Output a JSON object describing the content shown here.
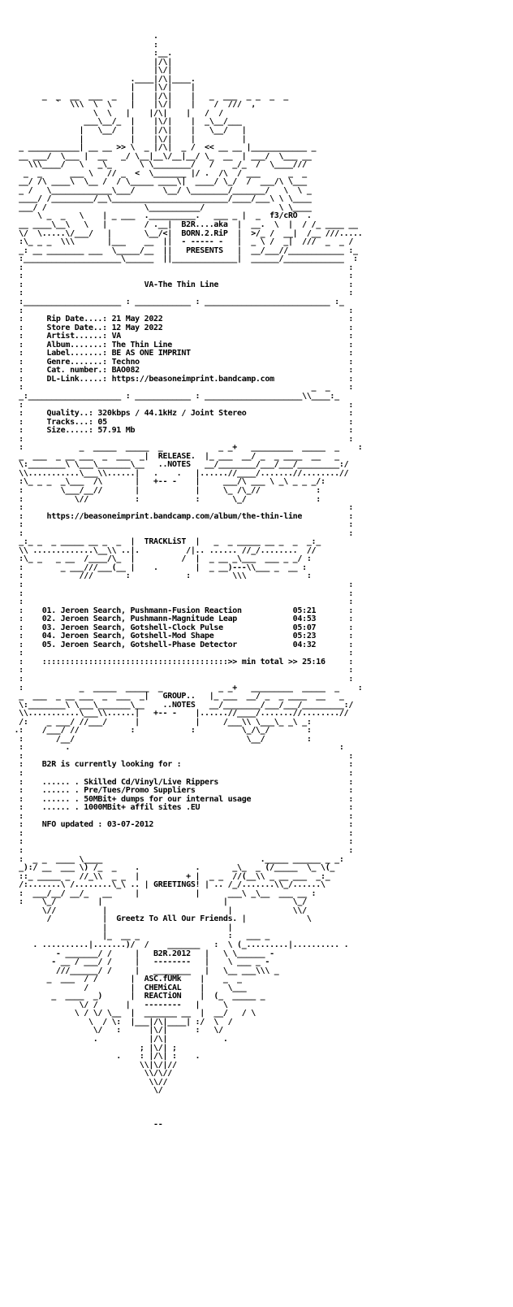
{
  "page": {
    "background": "#ffffff",
    "text_color": "#000000"
  },
  "lines": [
    "                                .",
    "                                :",
    "                                :__.",
    "                                |/\\|",
    "                                |\\/|",
    "                           .____|/\\|____.",
    "                           |    |\\/|    |",
    "        _  _  __  ___  _   |    |/\\|    |   _  ___  _ _  _  _",
    "           `  \\\\\\  \\  \\    |    |\\/|    |    /  ///  ,",
    "                   \\  \\   |    |/\\|    |   /  /",
    "                 ___\\__/_  |    |\\/|    |  _\\__/___",
    "                |   \\__/   |    |/\\|    |   \\__/   |",
    "                |          |    |\\/|    |          |",
    "   _ ___________| __ __ >> \\  _ |/\\|  _ /  << __ __ |____________ _",
    "   __ ___/  \\___ |  __   _/ \\__|__\\/__|__/ \\_  __  | ___/  \\___ __",
    "     \\\\\\____/   \\   _\\_      \\ \\________/   /    _/_  /  \\____///",
    "    _  _      ___ \\   // _  <  \\_______ |/ .  /\\  / ___      _  _",
    "   __/ /\\ ____\\  \\__ /  / \\_____ ____\\|  ____/ \\_/  /  ___/\\ \\___",
    "   _ /   \\_____________\\___/      \\__/ \\________/_______/   \\  \\ _",
    "   ____/ /_________/__\\_________________________/____/___\\ \\ \\____",
    "   ___/ /                     \\___________/                \\ \\____",
    "       \\ _  _   \\    | _ ___  .__________.   ___ _ |  _  f3/cRO  .",
    "   __ ____\\__\\   \\   |        / .__|  B2R....aka  |  __.  \\  |  / /_ ____ __",
    "   \\/  \\.....\\/___/   |       \\__/<|  BORN.2.RiP  |  >/_ /  __|  /__ ///.....",
    "   :\\_ _ _  \\\\\\       |___    __  ||  - ----- -   |  _ \\ /  _|  ///  _  _ /",
    "   _: __ ________ ___  \\_____/__  ||   PRESENTS   |  __/___//____________ :_",
    "   :_____________________\\______  ||______________|  ______/_____________  :",
    "   :                                                                      :",
    "   :                                                                      :",
    "   :                          VA-The Thin Line                            :",
    "   :                                                                      :",
    "   :_____________________ : ____________ : ___________________________ :_",
    "   :                                                                      :",
    "   :     Rip Date....: 21 May 2022                                        :",
    "   :     Store Date..: 12 May 2022                                        :",
    "   :     Artist......: VA                                                 :",
    "   :     Album.......: The Thin Line                                      :",
    "   :     Label.......: BE AS ONE IMPRINT                                  :",
    "   :     Genre.......: Techno                                             :",
    "   :     Cat. number.: BAO082                                             :",
    "   :     DL-Link.....: https://beasoneimprint.bandcamp.com                :",
    "   :                                                              _  _    :",
    "   _:____________________ : ____________ : _____________________\\\\____:_",
    "   :                                                                      :",
    "   :     Quality..: 320kbps / 44.1kHz / Joint Stereo                      :",
    "   :     Tracks...: 05                                                    :",
    "   :     Size.....: 57.91 Mb                                              :",
    "   :                                                                      :",
    "   :            _  _____  _____  _            _ _+   _________  _____  _    :",
    "   _  ___  _ __ ___  _  ___  _|  RELEASE.  |_ ___  __/ _  _ ____  __   _",
    "   \\:________\\ \\___\\_______\\__   ..NOTES   __/________/___/___/_________:/",
    "   \\\\...........\\___\\\\......|   .    .   |......//____/.......//........//",
    "   :\\_ _ _  _\\___  /\\       |   +-- -    |     ___/\\ ___ \\ _\\ _ _ _/:",
    "   :        \\___/__//       |            |     \\_ /\\_//            :",
    "   :           \\//          :            :       \\_/               :",
    "   :                                                                      :",
    "   :     https://beasoneimprint.bandcamp.com/album/the-thin-line          :",
    "   :                                                                      :",
    "   :                                                                      :",
    "   _:_ _  _ _____ __ _  _  |  TRACKLiST  |   _  _ _____ __ _  _  _:_",
    "   \\\\ .............\\__\\\\ ..|.          /|.. ...... //_/........  //",
    "   :\\_ _   _ __  /____/\\_  |          /  |  _ __ _\\___  ___ _ _/ :",
    "   :        _ ___///___(__ |    .        |  _ __)---\\\\___ _  __ :",
    "   :            ///       :            :         \\\\\\             :",
    "   :                                                                      :",
    "   :                                                                      :",
    "   :                                                                      :",
    "   :    01. Jeroen Search, Pushmann-Fusion Reaction           05:21       :",
    "   :    02. Jeroen Search, Pushmann-Magnitude Leap            04:53       :",
    "   :    03. Jeroen Search, Gotshell-Clock Pulse               05:07       :",
    "   :    04. Jeroen Search, Gotshell-Mod Shape                 05:23       :",
    "   :    05. Jeroen Search, Gotshell-Phase Detector            04:32       :",
    "   :                                                                      :",
    "   :    ::::::::::::::::::::::::::::::::::::::::>> min total >> 25:16     :",
    "   :                                                                      :",
    "   :                                                                      :",
    "   :            _  _____  _____  _            _ _+   _________  _____  _    :",
    "   _  ___  _ __ ___  _  ___  _|   GROUP..   |_ ___  __/ _  _ ____  __   _",
    "   \\:________\\ \\___\\_______\\__    ..NOTES   __/________/___/___/_________:/",
    "   \\\\...........\\___\\\\......|   +-- -    |......//____/.......//........//",
    "   /:    _ ___/ //___/      |            |     /___\\\\ \\___\\_ _\\ _:",
    "  .:    /___/ //           :            :          \\_/\\_/        :",
    "   :       /__/                                     \\__/         :",
    "   :         .                                                          :",
    "   :                                                                      :",
    "   :    B2R is currently looking for :                                    :",
    "   :                                                                      :",
    "   :    ...... . Skilled Cd/Vinyl/Live Rippers                            :",
    "   :    ...... . Pre/Tues/Promo Suppliers                                 :",
    "   :    ...... . 50MBit+ dumps for our internal usage                     :",
    "   :    ...... . 1000MBit+ affil sites .EU                                :",
    "   :                                                                      :",
    "   :    NFO updated : 03-07-2012                                          :",
    "   :                                                                      :",
    "   :                                                                      :",
    "   :                                                                      :",
    "   :  _ _  ____ \\____                                  ._____ ______ _ _:",
    "   _):/ __  ___ \\) /_  _    .            .       _\\_  _ (/_____  \\_ \\(_",
    "   ::_ _____ _  //_\\\\  _ _  |          + |  _ _  //(__\\\\ _ __ ___  _:_",
    "   /:.......\\ /........\\_\\ .. | GREETINGS! | .. /_/.......\\\\_/......\\",
    "   :  ___/__/ __/_   __     |            |      ___\\ _\\__  ___ __ :",
    "   :    \\_/         |                          |              \\_/",
    "        \\//          |                          |             \\\\/",
    "         /           |  Greetz To All Our Friends. |             \\",
    "                     |                          |",
    "                     |_  __ _                   :   ___ _",
    "      . ..........|.......)/  /    _______   :  \\ (_.........|.......... .",
    "           - _______/ /     |   B2R.2012   |   \\ \\______ -",
    "          - __ / ___/ /     |   --------   |    \\ ___ _ -",
    "           ///______/ /     |   ________   |   \\__ ___\\\\\\ _",
    "         _  ___  / /       |  ASC.fUMk    |    _  _",
    "                 /         |  CHEMiCAL    |     \\___",
    "          _  ____  _)      |  REACTiON    |  (_  _____ _",
    "                \\/ /      |   --------   |     \\",
    "               \\ / \\/ \\__  |  _______ __  |  __/   / \\",
    "                  \\  / \\:  |___|/\\|____| :/  \\  /",
    "                   \\/   :      |\\/|      :   \\/",
    "                   .           |/\\|            .",
    "                             ; |\\/| ;",
    "                        .    : |/\\| :    .",
    "                             \\\\|\\/|//",
    "                              \\\\/\\//",
    "                               \\\\//",
    "                                \\/",
    "",
    "",
    "",
    "                                --"
  ]
}
